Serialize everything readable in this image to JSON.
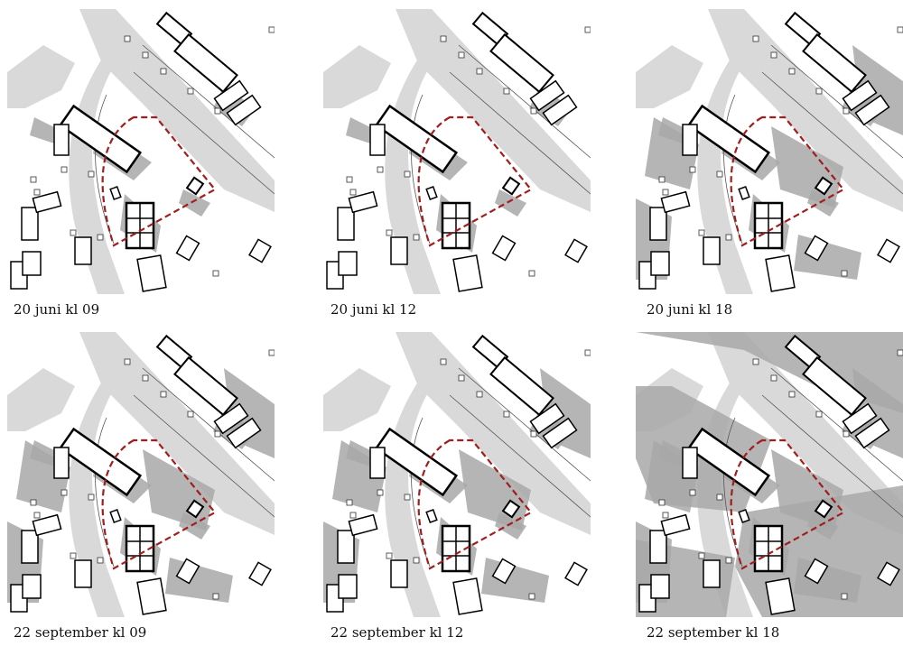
{
  "panels": [
    {
      "caption": "20 juni kl 09",
      "shadow_level": "low",
      "shadow_direction": "northwest"
    },
    {
      "caption": "20 juni kl 12",
      "shadow_level": "low",
      "shadow_direction": "north"
    },
    {
      "caption": "20 juni kl 18",
      "shadow_level": "medium",
      "shadow_direction": "east"
    },
    {
      "caption": "22 september kl 09",
      "shadow_level": "medium",
      "shadow_direction": "northwest"
    },
    {
      "caption": "22 september kl 12",
      "shadow_level": "medium",
      "shadow_direction": "north"
    },
    {
      "caption": "22 september kl 18",
      "shadow_level": "high",
      "shadow_direction": "east"
    }
  ],
  "colors": {
    "road": "#d9d9d9",
    "shadow": "#a8a8a8",
    "building_outline": "#000000",
    "site_boundary": "#a01e1e",
    "background": "#ffffff"
  }
}
